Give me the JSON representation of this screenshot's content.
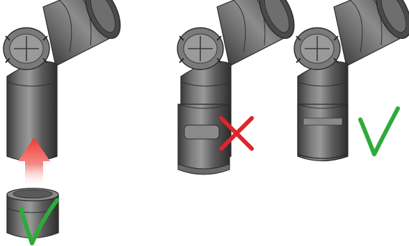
{
  "figure": {
    "panels": [
      {
        "name": "assembly-step",
        "mark": "check",
        "arrow": "up"
      },
      {
        "name": "incorrect-fit",
        "mark": "cross"
      },
      {
        "name": "correct-fit",
        "mark": "check"
      }
    ]
  },
  "colors": {
    "pipe_dark": "#3e3e3e",
    "pipe_mid": "#6a6a6a",
    "pipe_light": "#9b9b9b",
    "pipe_highlight": "#c9c9c9",
    "outline": "#2a2a2a",
    "check_green": "#2eaa3a",
    "cross_red": "#e0242b",
    "arrow_red": "#f0403c",
    "background": "#ffffff"
  }
}
